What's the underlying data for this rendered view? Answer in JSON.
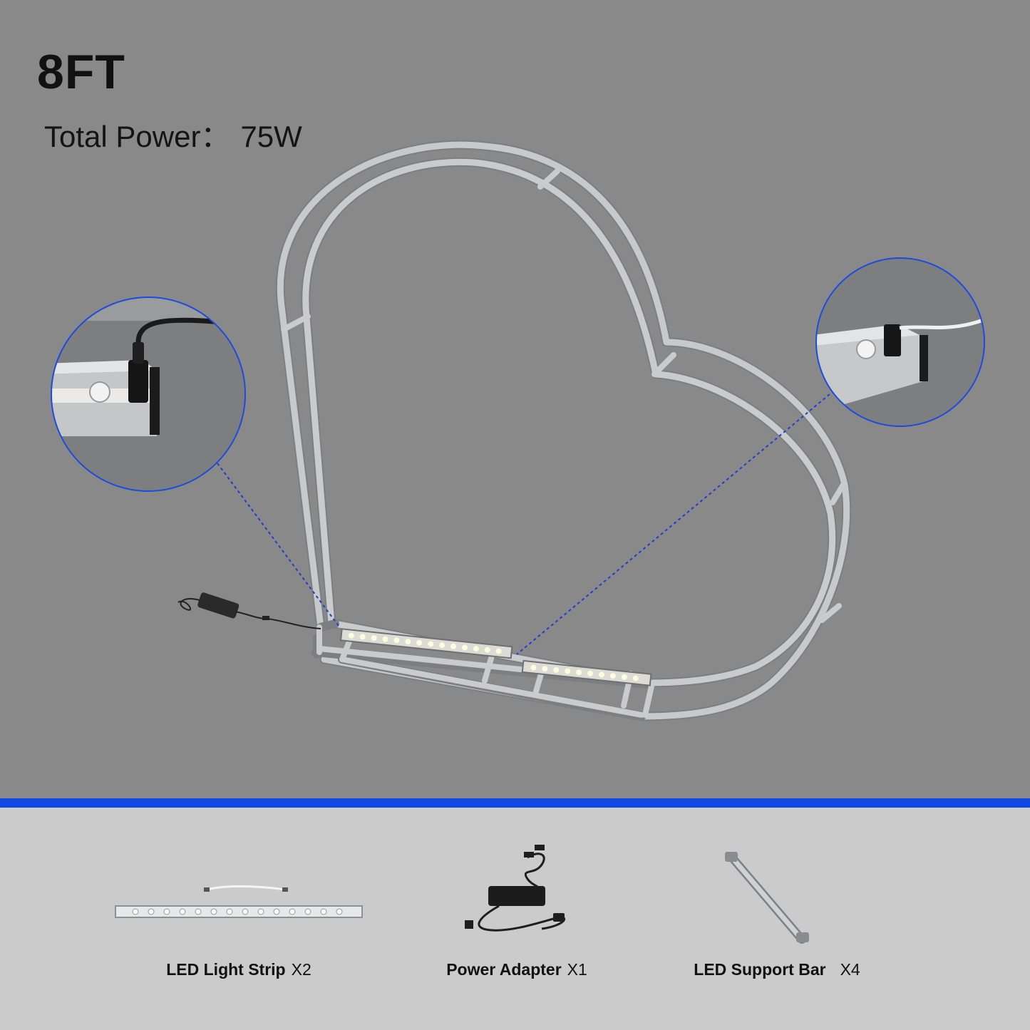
{
  "header": {
    "title": "8FT",
    "power_label": "Total Power：",
    "power_value": "75W"
  },
  "colors": {
    "background": "#898989",
    "accent": "#0f47e6",
    "panel": "#cbcbcb",
    "frame": "#c9cbcd"
  },
  "accessories": [
    {
      "name": "LED Light Strip",
      "qty": "X2",
      "icon": "led-light-strip-icon"
    },
    {
      "name": "Power Adapter",
      "qty": "X1",
      "icon": "power-adapter-icon"
    },
    {
      "name": "LED Support Bar",
      "qty": "X4",
      "icon": "led-support-bar-icon"
    }
  ]
}
